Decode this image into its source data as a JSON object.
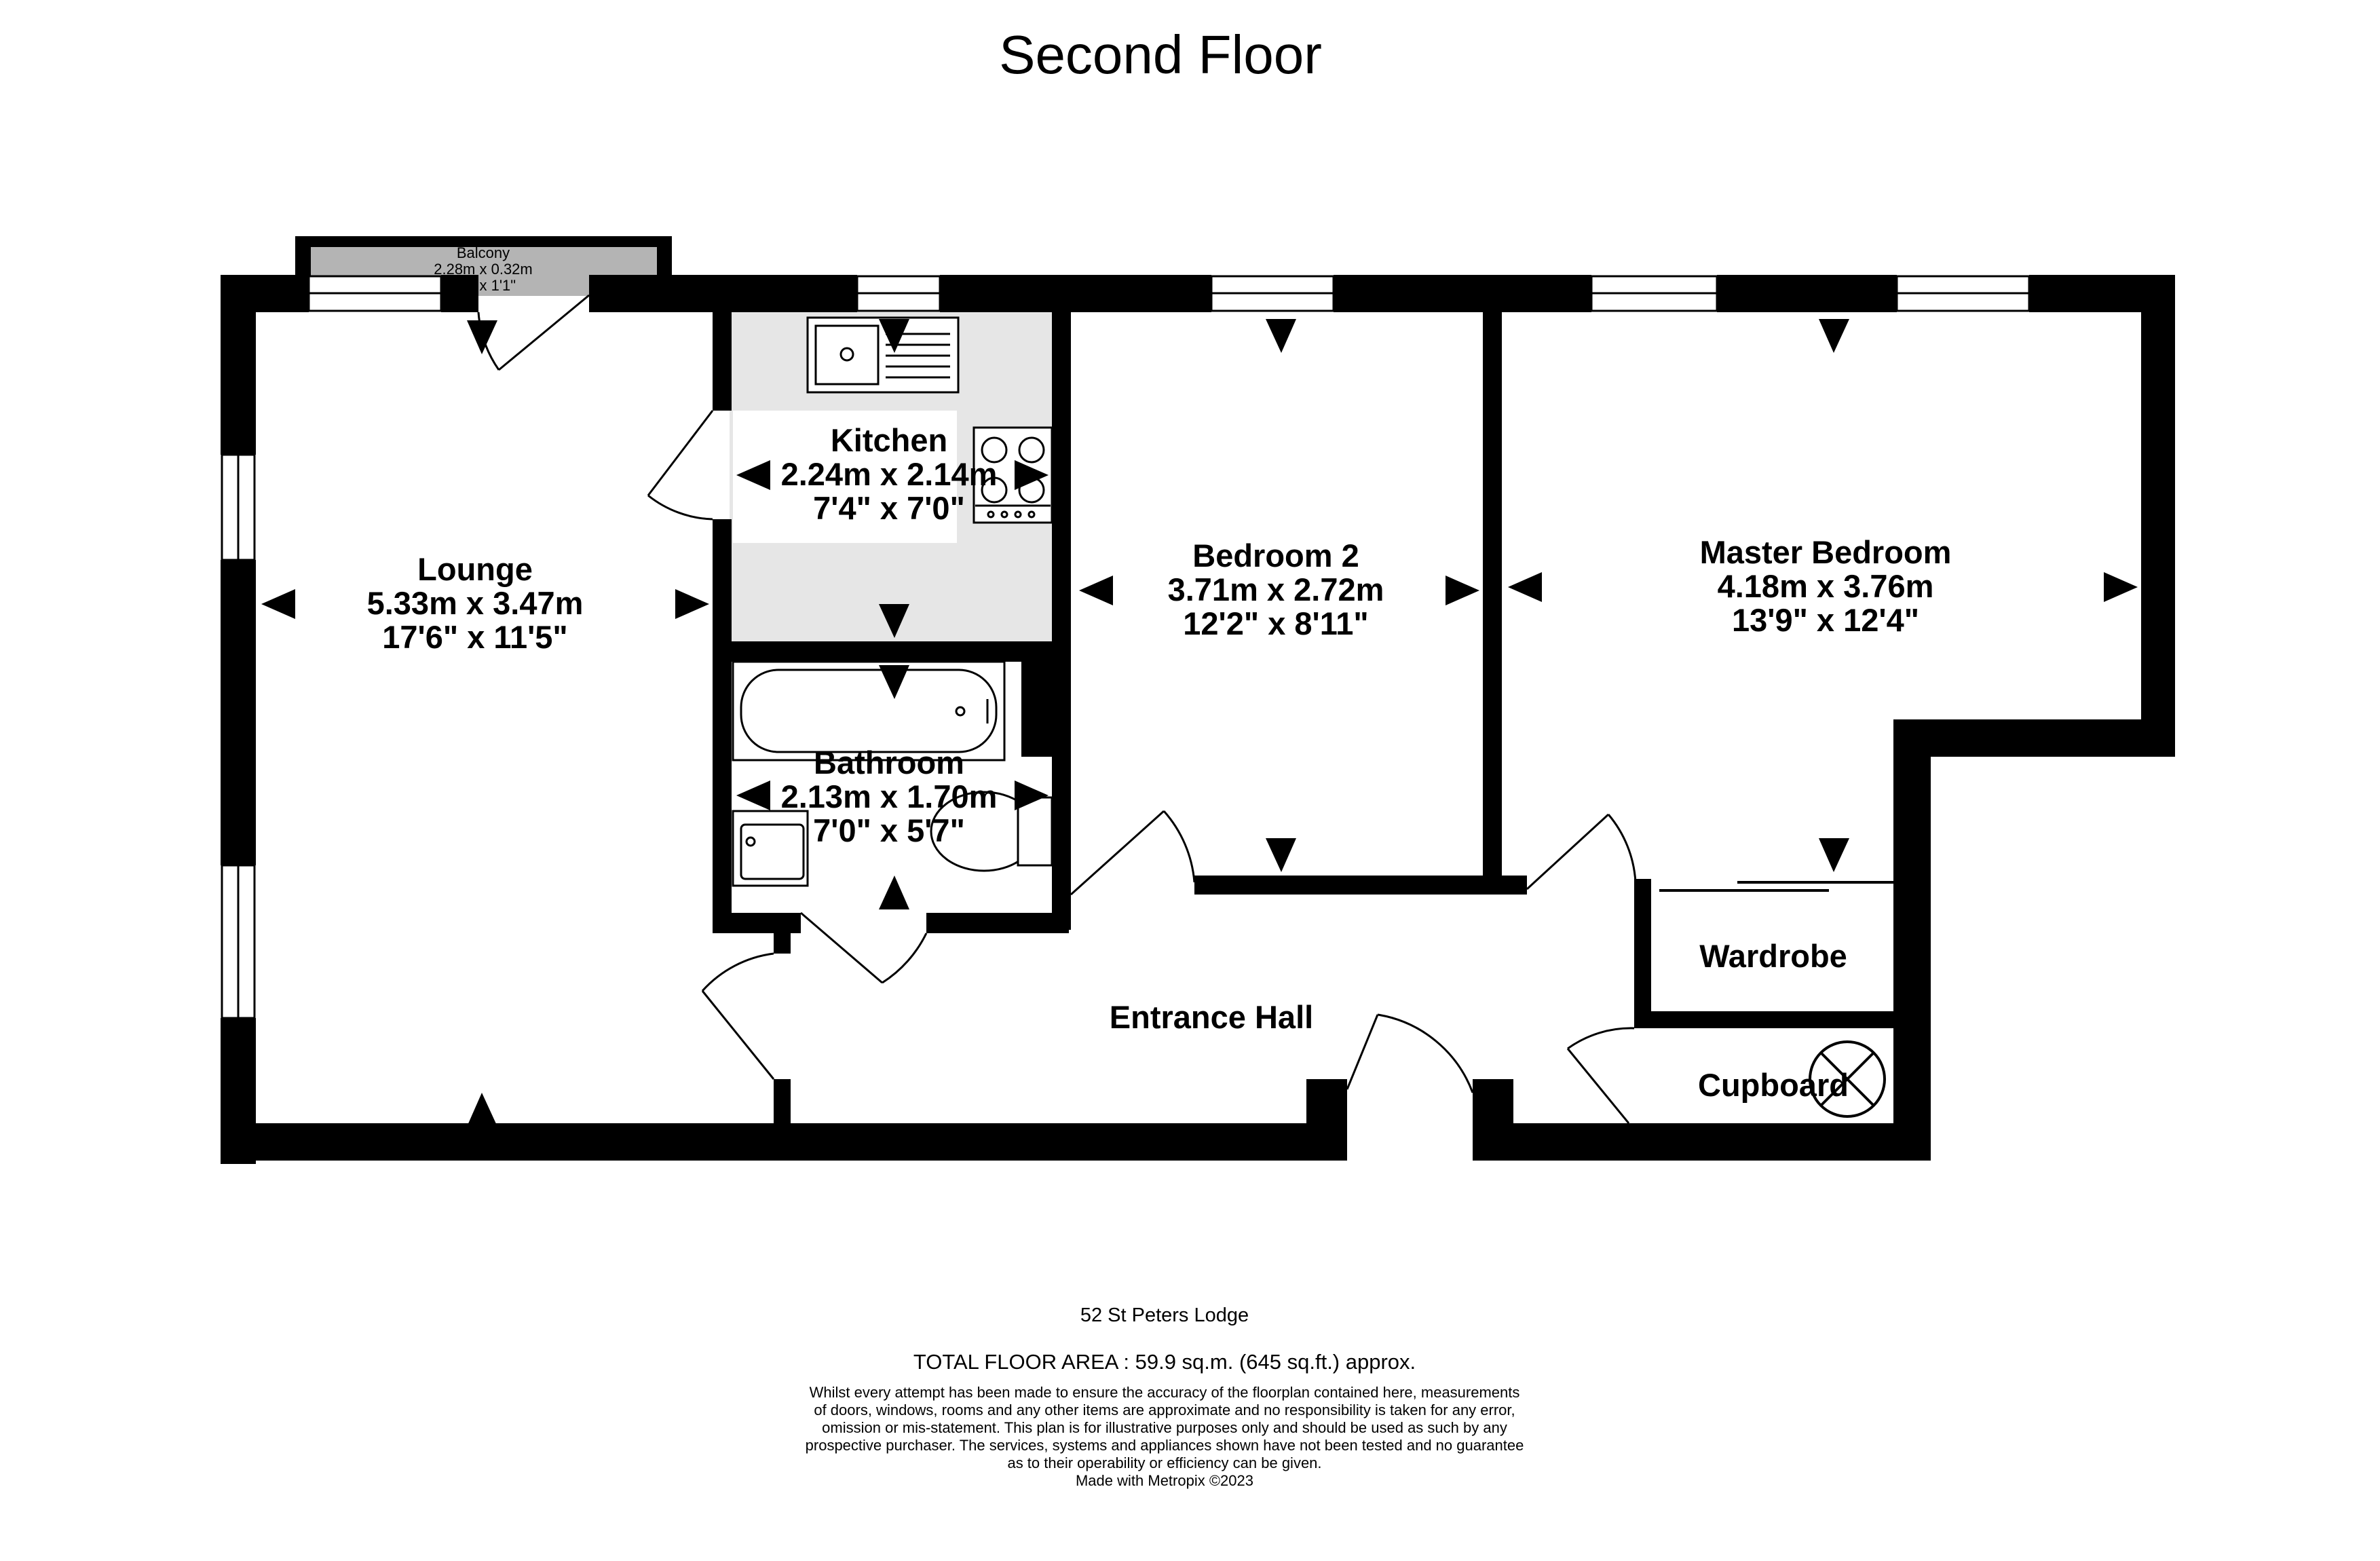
{
  "title": "Second Floor",
  "rooms": {
    "balcony": {
      "name": "Balcony",
      "dim_m": "2.28m  x 0.32m",
      "dim_ft": "7'6\"  x 1'1\""
    },
    "lounge": {
      "name": "Lounge",
      "dim_m": "5.33m  x 3.47m",
      "dim_ft": "17'6\"  x 11'5\""
    },
    "kitchen": {
      "name": "Kitchen",
      "dim_m": "2.24m  x 2.14m",
      "dim_ft": "7'4\"  x 7'0\""
    },
    "bathroom": {
      "name": "Bathroom",
      "dim_m": "2.13m  x 1.70m",
      "dim_ft": "7'0\"  x 5'7\""
    },
    "bedroom2": {
      "name": "Bedroom 2",
      "dim_m": "3.71m  x 2.72m",
      "dim_ft": "12'2\"  x 8'11\""
    },
    "master_bedroom": {
      "name": "Master Bedroom",
      "dim_m": "4.18m  x 3.76m",
      "dim_ft": "13'9\"  x 12'4\""
    },
    "entrance_hall": {
      "name": "Entrance Hall"
    },
    "wardrobe": {
      "name": "Wardrobe"
    },
    "cupboard": {
      "name": "Cupboard"
    }
  },
  "footer": {
    "address": "52 St Peters Lodge",
    "total_area": "TOTAL FLOOR AREA : 59.9 sq.m. (645 sq.ft.) approx.",
    "disclaimer": [
      "Whilst every attempt has been made to ensure the accuracy of the floorplan contained here, measurements",
      "of doors, windows, rooms and any other items are approximate and no responsibility is taken for any error,",
      "omission or mis-statement. This plan is for illustrative purposes only and should be used as such by any",
      "prospective purchaser. The services, systems and appliances shown have not been tested and no guarantee",
      "as to their operability or efficiency can be given."
    ],
    "credit": "Made with Metropix ©2023"
  },
  "colors": {
    "wall": "#000000",
    "kitchen_floor": "#e6e6e6",
    "balcony_floor": "#b4b4b4",
    "background": "#ffffff"
  }
}
